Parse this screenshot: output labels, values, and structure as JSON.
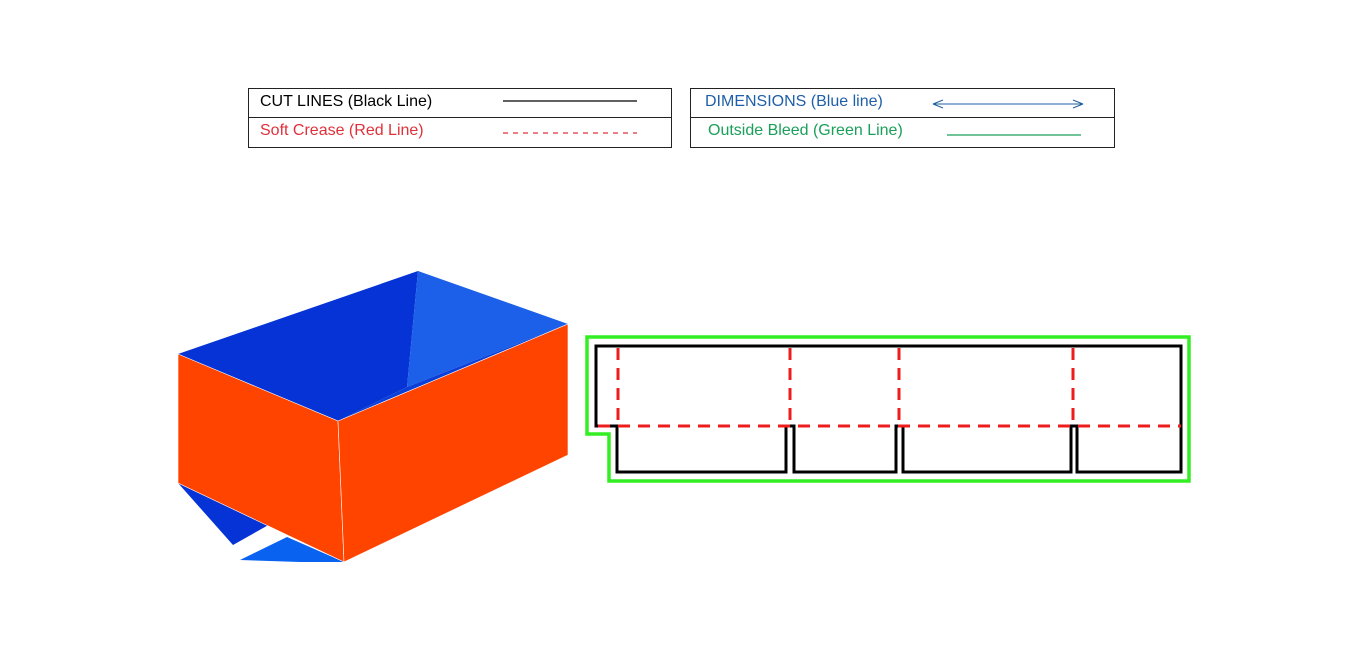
{
  "legend": {
    "cut": {
      "label": "CUT LINES (Black Line)",
      "color": "#000000"
    },
    "crease": {
      "label": "Soft Crease (Red Line)",
      "color": "#e0303a"
    },
    "dimensions": {
      "label": "DIMENSIONS (Blue line)",
      "color": "#1f5fa8"
    },
    "bleed": {
      "label": "Outside Bleed (Green Line)",
      "color": "#1aa05a"
    }
  },
  "colors": {
    "box_front": "#ff4400",
    "box_inner_back": "#0533d6",
    "box_inner_side": "#1c5fe8",
    "box_bottom_flap": "#0a62f0",
    "dieline_cut": "#000000",
    "dieline_crease": "#ee1c1c",
    "dieline_bleed": "#33ee22"
  }
}
